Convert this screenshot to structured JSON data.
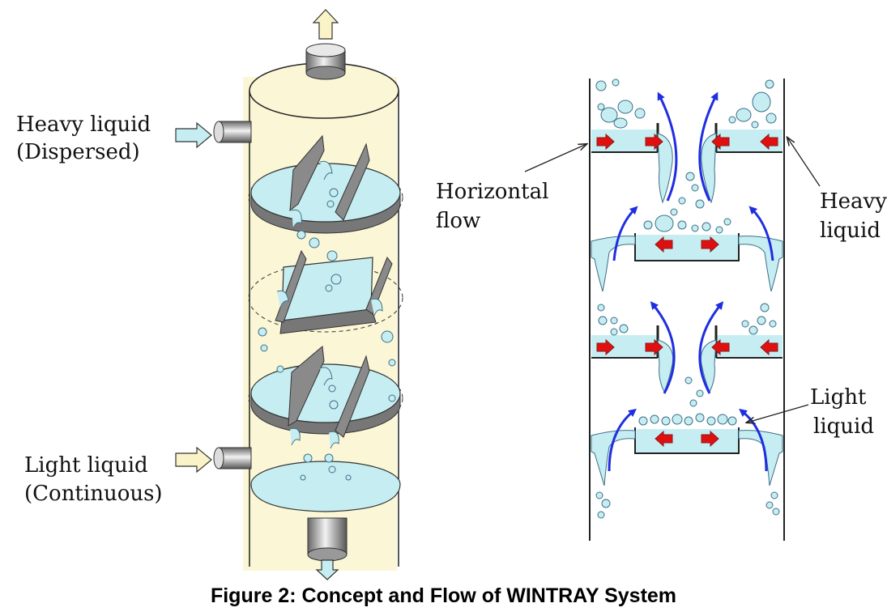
{
  "labels": {
    "heavy_liquid_left": "Heavy liquid",
    "dispersed": "(Dispersed)",
    "light_liquid_left": "Light liquid",
    "continuous": "(Continuous)",
    "horizontal": "Horizontal",
    "flow": "flow",
    "heavy_right": "Heavy",
    "liquid_right_top": "liquid",
    "light_right": "Light",
    "liquid_right_bottom": "liquid"
  },
  "caption": "Figure 2:  Concept and Flow of WINTRAY System",
  "colors": {
    "column_fill": "#fbf6d6",
    "liquid": "#c6eef2",
    "liquid_stroke": "#3d6f86",
    "flow_arrow": "#1f2ee0",
    "horizontal_arrow": "#e01010",
    "baffle": "#777777",
    "inlet_arrow": "#fbf3c8"
  }
}
